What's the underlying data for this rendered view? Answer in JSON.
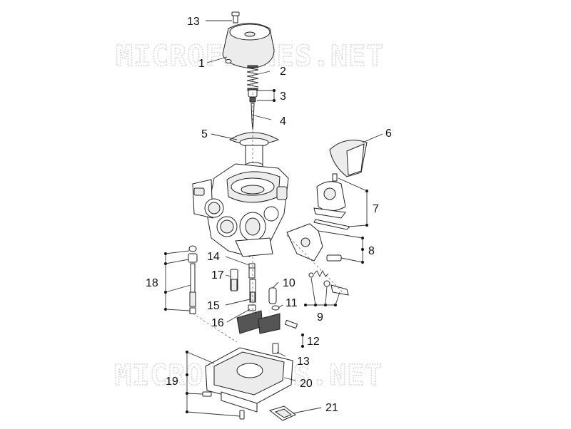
{
  "watermark": "MICROFICHES.NET",
  "labels": {
    "l1": "1",
    "l2": "2",
    "l3": "3",
    "l4": "4",
    "l5": "5",
    "l6": "6",
    "l7": "7",
    "l8": "8",
    "l9": "9",
    "l10": "10",
    "l11": "11",
    "l12": "12",
    "l13a": "13",
    "l13b": "13",
    "l14": "14",
    "l15": "15",
    "l16": "16",
    "l17": "17",
    "l18": "18",
    "l19": "19",
    "l20": "20",
    "l21": "21"
  }
}
